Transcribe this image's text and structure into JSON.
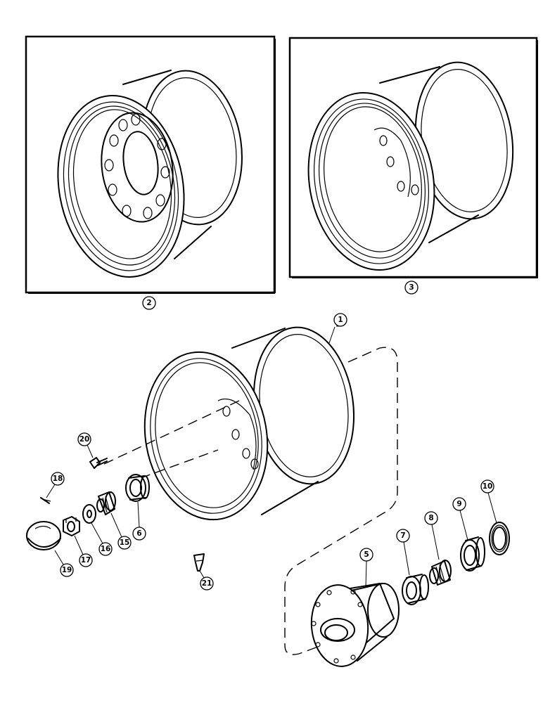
{
  "callouts": {
    "c1": "1",
    "c2": "2",
    "c3": "3",
    "c5": "5",
    "c6": "6",
    "c7": "7",
    "c8": "8",
    "c9": "9",
    "c10": "10",
    "c15": "15",
    "c16": "16",
    "c17": "17",
    "c18": "18",
    "c19": "19",
    "c20": "20",
    "c21": "21"
  }
}
